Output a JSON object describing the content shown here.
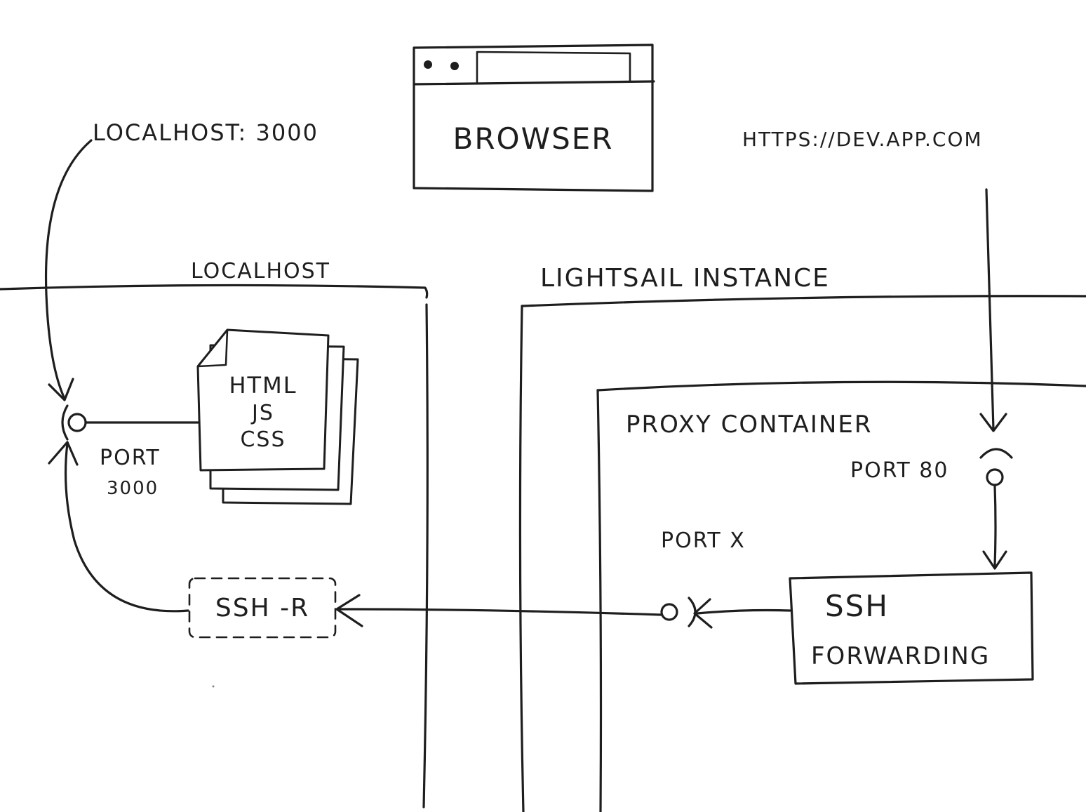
{
  "browser": {
    "label": "BROWSER"
  },
  "urls": {
    "local": "LOCALHOST: 3000",
    "remote": "HTTPS://DEV.APP.COM"
  },
  "zones": {
    "localhost": "LOCALHOST",
    "lightsail": "LIGHTSAIL INSTANCE",
    "proxy": "PROXY CONTAINER"
  },
  "files": {
    "line1": "HTML",
    "line2": "JS",
    "line3": "CSS"
  },
  "ports": {
    "local_label": "PORT",
    "local_number": "3000",
    "port80": "PORT 80",
    "portx": "PORT X"
  },
  "ssh_reverse": {
    "label": "SSH -R"
  },
  "ssh_forwarding": {
    "line1": "SSH",
    "line2": "FORWARDING"
  }
}
